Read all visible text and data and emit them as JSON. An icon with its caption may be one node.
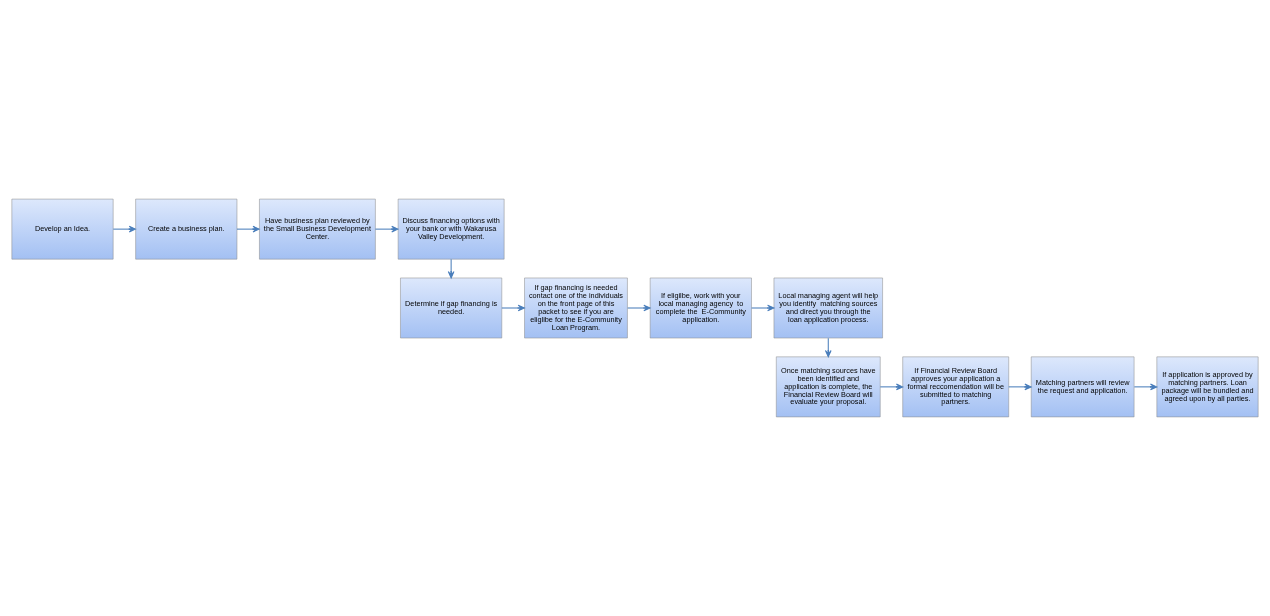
{
  "diagram": {
    "nodes": [
      {
        "text": [
          "Develop an Idea."
        ]
      },
      {
        "text": [
          "Create a business plan."
        ]
      },
      {
        "text": [
          "Have business plan reviewed by the Small Business Development Center."
        ]
      },
      {
        "text": [
          "Discuss financing options with your bank or with Wakarusa Valley Development."
        ]
      },
      {
        "text": [
          "Determine if gap financing is needed."
        ]
      },
      {
        "text": [
          "If gap financing is needed contact one of the individuals on the front page of this packet to see if you are eliglibe for the E-Community Loan Program."
        ]
      },
      {
        "text": [
          "If eligilbe, work with your local managing agency  to complete the  E-Community application."
        ]
      },
      {
        "text": [
          "Local managing agent will help you identify  matching sources and direct you through the loan application process."
        ]
      },
      {
        "text": [
          "Once matching sources have been identified and application is complete, the Financial Review Board will evaluate your proposal."
        ]
      },
      {
        "text": [
          "If Financial Review Board approves your application a formal reccomendation will be submitted to matching partners."
        ]
      },
      {
        "text": [
          "Matching partners will review the request and application."
        ]
      },
      {
        "text": [
          "If application is approved by matching partners. Loan package will be bundled and agreed upon by all parties."
        ]
      }
    ],
    "edges": [
      {
        "from": 0,
        "to": 1,
        "arrow": "to"
      },
      {
        "from": 1,
        "to": 2,
        "arrow": "to"
      },
      {
        "from": 2,
        "to": 3,
        "arrow": "to"
      },
      {
        "from": 3,
        "to": 4,
        "arrow": "to"
      },
      {
        "from": 4,
        "to": 5,
        "arrow": "to"
      },
      {
        "from": 5,
        "to": 6,
        "arrow": "to"
      },
      {
        "from": 6,
        "to": 7,
        "arrow": "to"
      },
      {
        "from": 7,
        "to": 8,
        "arrow": "to"
      },
      {
        "from": 8,
        "to": 9,
        "arrow": "to"
      },
      {
        "from": 9,
        "to": 10,
        "arrow": "to"
      },
      {
        "from": 10,
        "to": 11,
        "arrow": "to"
      }
    ]
  }
}
